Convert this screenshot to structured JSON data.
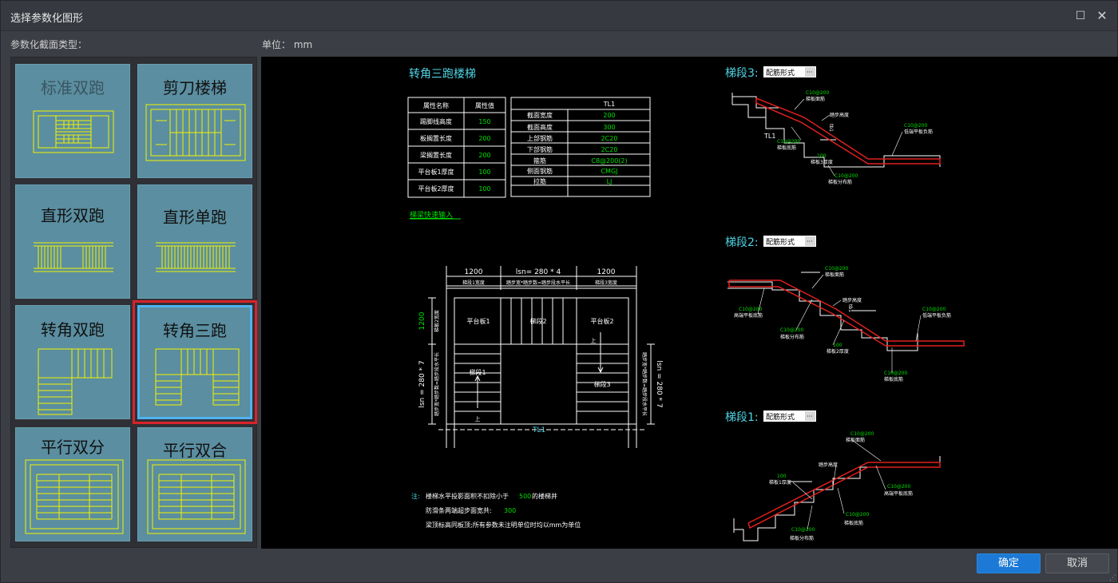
{
  "window": {
    "title": "选择参数化图形",
    "maximize_glyph": "☐",
    "close_glyph": "✕"
  },
  "labels": {
    "type_label": "参数化截面类型：",
    "unit_label": "单位： mm"
  },
  "tiles": [
    {
      "label": "标准双跑",
      "selected": false
    },
    {
      "label": "剪刀楼梯",
      "selected": false
    },
    {
      "label": "直形双跑",
      "selected": false
    },
    {
      "label": "直形单跑",
      "selected": false
    },
    {
      "label": "转角双跑",
      "selected": false
    },
    {
      "label": "转角三跑",
      "selected": true
    },
    {
      "label": "平行双分",
      "selected": false
    },
    {
      "label": "平行双合",
      "selected": false
    }
  ],
  "preview": {
    "title": "转角三跑楼梯",
    "table1": {
      "headers": [
        "属性名称",
        "属性值"
      ],
      "rows": [
        [
          "踢脚线高度",
          "150"
        ],
        [
          "板搁置长度",
          "200"
        ],
        [
          "梁搁置长度",
          "200"
        ],
        [
          "平台板1厚度",
          "100"
        ],
        [
          "平台板2厚度",
          "100"
        ]
      ]
    },
    "table2": {
      "header": "TL1",
      "rows": [
        [
          "截面宽度",
          "200"
        ],
        [
          "截面高度",
          "300"
        ],
        [
          "上部钢筋",
          "2C20"
        ],
        [
          "下部钢筋",
          "2C20"
        ],
        [
          "箍筋",
          "C8@200(2)"
        ],
        [
          "侧面钢筋",
          "CMGJ"
        ],
        [
          "拉筋",
          "LJ"
        ]
      ]
    },
    "quick_input_link": "梯梁快速输入",
    "plan": {
      "dim_top_left": "1200",
      "dim_top_mid": "lsn= 280 * 4",
      "dim_top_right": "1200",
      "note_top_left": "梯段1宽度",
      "note_top_mid": "踏步宽*踏步数=踏步段水平长",
      "note_top_right": "梯段3宽度",
      "platform1": "平台板1",
      "flight2": "梯段2",
      "platform2": "平台板2",
      "flight1": "梯段1",
      "flight3": "梯段3",
      "dim_left_top": "1200",
      "dim_left_note": "梯板2宽度",
      "dim_left_bottom": "lsn = 280 * 7",
      "dim_left_bottom_note": "踏步宽*踏步数=踏步段水平长",
      "dim_right": "lsn = 280 * 7",
      "dim_right_note": "踏步宽*踏步数=踏步段水平长",
      "beam": "TL1",
      "up_mark": "上"
    },
    "notes_prefix": "注:",
    "note1_a": "楼梯水平投影面积不扣除小于",
    "note1_num": "500",
    "note1_b": "的楼梯井",
    "note2_a": "防滑条两端超步面宽共:",
    "note2_num": "300",
    "note3": "梁顶标高同板顶;所有参数未注明单位时均以mm为单位",
    "sections": [
      {
        "label": "梯段3:",
        "select": "配筋形式",
        "rebars": [
          {
            "code": "C10@200",
            "desc": "梯板面筋"
          },
          {
            "code": "",
            "desc": "踏步高度"
          },
          {
            "code": "C10@200",
            "desc": "低端平板负筋"
          },
          {
            "code": "C10@200",
            "desc": "梯板底筋"
          },
          {
            "code": "100",
            "desc": "梯板3厚度"
          },
          {
            "code": "C10@200",
            "desc": "梯板分布筋"
          }
        ],
        "extra": [
          "TL1",
          "tb1"
        ]
      },
      {
        "label": "梯段2:",
        "select": "配筋形式",
        "rebars": [
          {
            "code": "C10@200",
            "desc": "梯板面筋"
          },
          {
            "code": "",
            "desc": "踏步高度"
          },
          {
            "code": "C10@200",
            "desc": "高端平板底筋"
          },
          {
            "code": "C10@200",
            "desc": "低端平板负筋"
          },
          {
            "code": "C10@200",
            "desc": "梯板分布筋"
          },
          {
            "code": "100",
            "desc": "梯板2厚度"
          },
          {
            "code": "C10@200",
            "desc": "梯板底筋"
          }
        ],
        "extra": [
          "tb1"
        ]
      },
      {
        "label": "梯段1:",
        "select": "配筋形式",
        "rebars": [
          {
            "code": "C10@200",
            "desc": "梯板面筋"
          },
          {
            "code": "",
            "desc": "踏步高度"
          },
          {
            "code": "100",
            "desc": "梯板1厚度"
          },
          {
            "code": "C10@200",
            "desc": "高端平板底筋"
          },
          {
            "code": "C10@200",
            "desc": "梯板底筋"
          },
          {
            "code": "C10@200",
            "desc": "梯板分布筋"
          }
        ],
        "extra": []
      }
    ]
  },
  "footer": {
    "ok": "确定",
    "cancel": "取消",
    "grip": "⋰"
  },
  "colors": {
    "accent": "#1c7ad6",
    "selected_outline": "#d8232a",
    "selected_border": "#4fb3f0",
    "tile_bg": "#5a8ea0",
    "cad_yellow": "#f2f200",
    "cad_green": "#00e000",
    "cad_cyan": "#4ed6e6",
    "cad_red": "#e0201e"
  }
}
